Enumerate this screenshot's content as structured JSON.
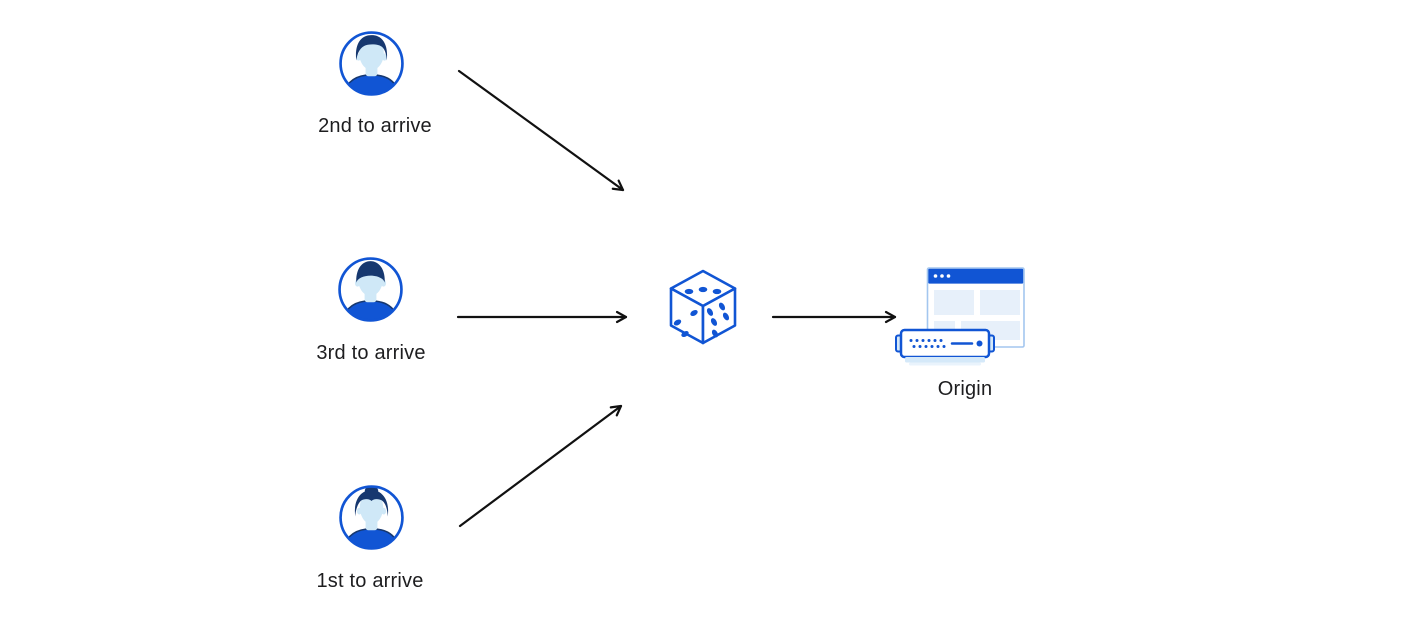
{
  "diagram": {
    "actors": [
      {
        "label": "2nd to arrive",
        "icon": "male-wavy-hair-avatar-icon"
      },
      {
        "label": "3rd to arrive",
        "icon": "male-short-hair-avatar-icon"
      },
      {
        "label": "1st to arrive",
        "icon": "female-bun-avatar-icon"
      }
    ],
    "randomizer": {
      "icon": "dice-icon"
    },
    "destination": {
      "label": "Origin",
      "icon": "origin-server-browser-icon"
    },
    "connections": [
      {
        "from": "2nd to arrive",
        "to": "dice"
      },
      {
        "from": "3rd to arrive",
        "to": "dice"
      },
      {
        "from": "1st to arrive",
        "to": "dice"
      },
      {
        "from": "dice",
        "to": "Origin"
      }
    ],
    "colors": {
      "brand_blue": "#1155d4",
      "hair_navy": "#17386f",
      "face_light": "#cfe8f7",
      "pale_block": "#e7f0fa",
      "window_border": "#a3c6ef",
      "server_light": "#d5e9f9",
      "shadow_light": "#e9f3fc",
      "arrow_black": "#111111",
      "text_color": "#1d1d1f",
      "background": "#ffffff"
    }
  }
}
